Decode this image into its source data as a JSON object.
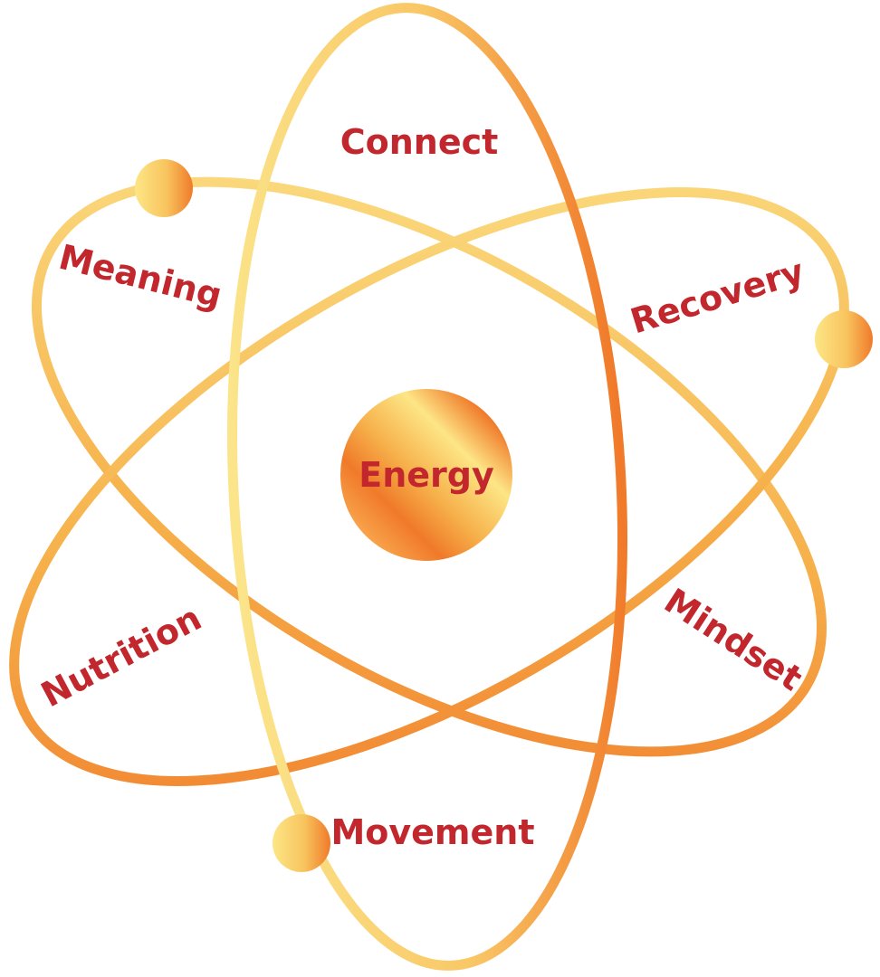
{
  "diagram": {
    "center_label": "Energy",
    "labels": {
      "connect": "Connect",
      "meaning": "Meaning",
      "recovery": "Recovery",
      "nutrition": "Nutrition",
      "mindset": "Mindset",
      "movement": "Movement"
    },
    "colors": {
      "label_text": "#c1272d",
      "orbit_light": "#fbe48a",
      "orbit_mid": "#f6b04a",
      "orbit_dark": "#f07a2a",
      "nucleus_light": "#fde686",
      "nucleus_dark": "#f07a2a"
    }
  }
}
